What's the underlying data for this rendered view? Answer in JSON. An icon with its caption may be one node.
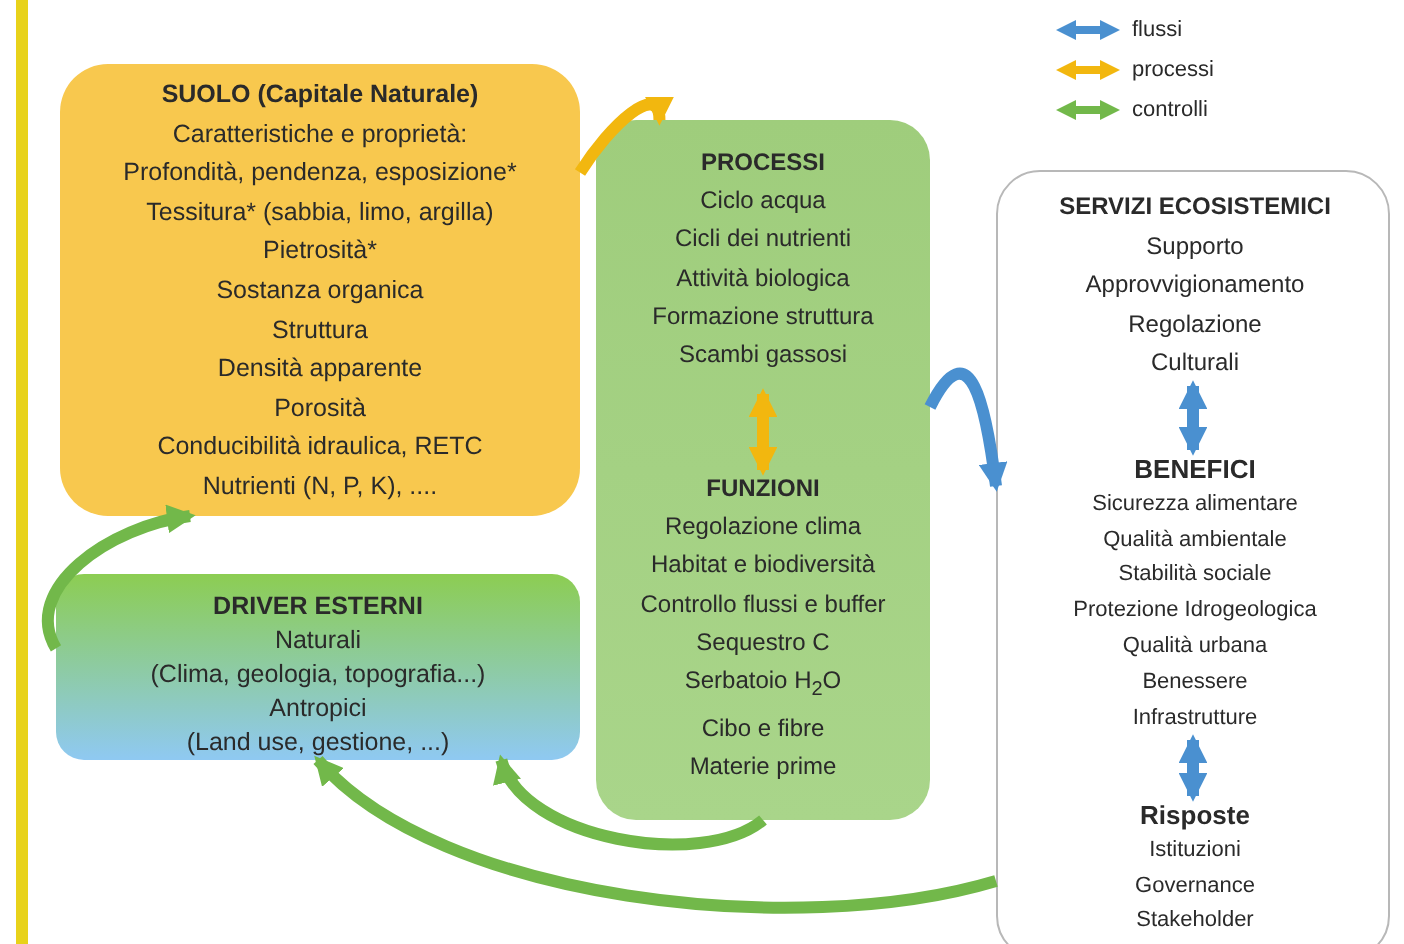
{
  "diagram": {
    "nodes": [
      {
        "text": [
          "SUOLO (Capitale Naturale)",
          "Caratteristiche e proprietà:",
          "Profondità, pendenza, esposizione*",
          "Tessitura* (sabbia, limo, argilla)",
          "Pietrosità*",
          "Sostanza organica",
          "Struttura",
          "Densità apparente",
          "Porosità",
          "Conducibilità idraulica, RETC",
          "Nutrienti (N, P, K), ...."
        ]
      },
      {
        "text": [
          "DRIVER ESTERNI",
          "Naturali",
          "(Clima, geologia, topografia...)",
          "Antropici",
          "(Land use, gestione, ...)"
        ]
      },
      {
        "text": [],
        "shape": "box"
      },
      {
        "text": [
          "PROCESSI",
          "Ciclo acqua",
          "Cicli dei nutrienti",
          "Attività biologica",
          "Formazione struttura",
          "Scambi gassosi"
        ],
        "in": 2
      },
      {
        "text": [
          "FUNZIONI",
          "Regolazione clima",
          "Habitat e biodiversità",
          "Controllo flussi e buffer",
          "Sequestro C",
          "Serbatoio H$_{2}$O",
          "Cibo e fibre",
          "Materie prime"
        ],
        "in": 2
      },
      {
        "text": [],
        "shape": "box"
      },
      {
        "text": [
          "SERVIZI ECOSISTEMICI",
          "Supporto",
          "Approvvigionamento",
          "Regolazione",
          "Culturali"
        ],
        "in": 5
      },
      {
        "text": [
          "BENEFICI",
          "Sicurezza alimentare",
          "Qualità ambientale",
          "Stabilità sociale",
          "Protezione Idrogeologica",
          "Qualità urbana",
          "Benessere",
          "Infrastrutture"
        ],
        "in": 5
      },
      {
        "text": [
          "Risposte",
          "Istituzioni",
          "Governance",
          "Stakeholder"
        ],
        "in": 5
      }
    ],
    "edges": [
      {
        "from": 0,
        "to": 2,
        "arrow": "to",
        "color": "#f2b70f"
      },
      {
        "from": 3,
        "to": 4,
        "arrow": "both",
        "color": "#f2b70f"
      },
      {
        "from": 2,
        "to": 5,
        "arrow": "to",
        "color": "#4a90d0"
      },
      {
        "from": 6,
        "to": 7,
        "arrow": "both",
        "color": "#4a90d0"
      },
      {
        "from": 7,
        "to": 8,
        "arrow": "both",
        "color": "#4a90d0"
      },
      {
        "from": 1,
        "to": 0,
        "arrow": "to",
        "color": "#72b84a"
      },
      {
        "from": 2,
        "to": 1,
        "arrow": "to",
        "color": "#72b84a"
      },
      {
        "from": 5,
        "to": 1,
        "arrow": "to",
        "color": "#72b84a"
      }
    ],
    "legend": [
      {
        "text": "flussi",
        "color": "#4a90d0"
      },
      {
        "text": "processi",
        "color": "#f2b70f"
      },
      {
        "text": "controlli",
        "color": "#72b84a"
      }
    ]
  }
}
